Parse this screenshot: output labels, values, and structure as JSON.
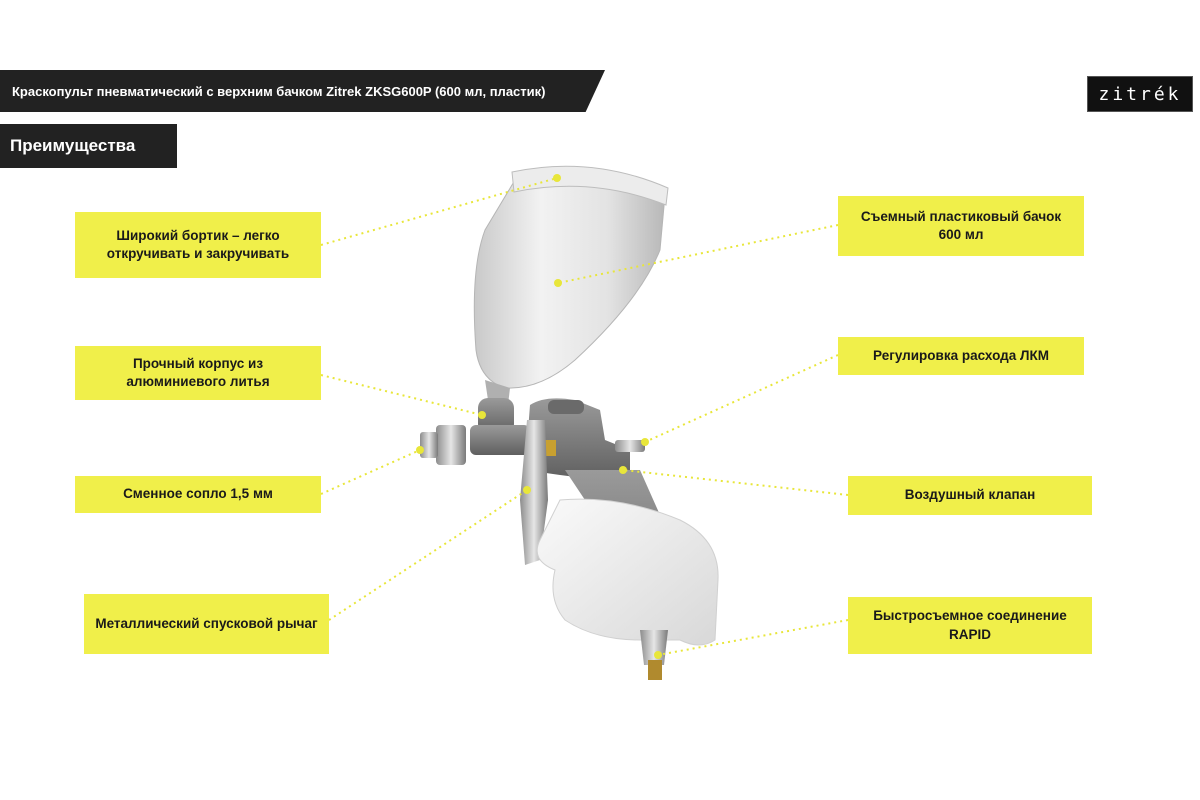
{
  "header": {
    "title": "Краскопульт пневматический с верхним бачком Zitrek ZKSG600P (600 мл, пластик)",
    "logo_text": "zitrék",
    "section": "Преимущества"
  },
  "callouts": {
    "c1": "Широкий бортик – легко откручивать и закручивать",
    "c2": "Прочный корпус из алюминиевого литья",
    "c3": "Сменное сопло 1,5 мм",
    "c4": "Металлический спусковой рычаг",
    "c5": "Съемный пластиковый бачок 600 мл",
    "c6": "Регулировка расхода ЛКМ",
    "c7": "Воздушный клапан",
    "c8": "Быстросъемное соединение RAPID"
  },
  "colors": {
    "header_bg": "#222222",
    "callout_bg": "#f0ef4a",
    "leader": "#e8e63a"
  }
}
